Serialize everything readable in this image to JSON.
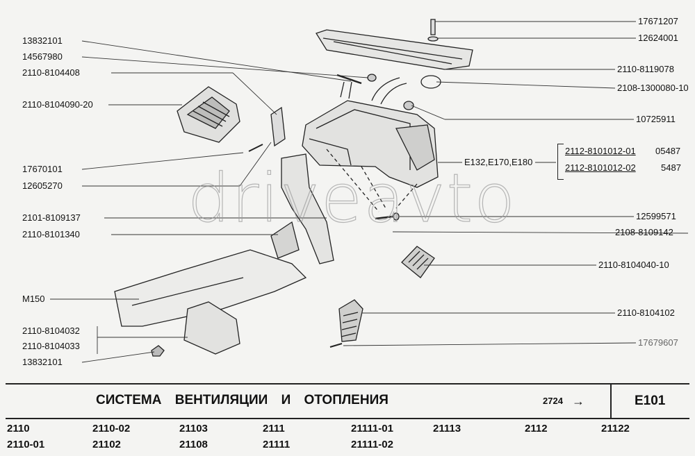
{
  "labels_left": [
    {
      "id": "l1",
      "text": "13832101"
    },
    {
      "id": "l2",
      "text": "14567980"
    },
    {
      "id": "l3",
      "text": "2110-8104408"
    },
    {
      "id": "l4",
      "text": "2110-8104090-20"
    },
    {
      "id": "l5",
      "text": "17670101"
    },
    {
      "id": "l6",
      "text": "12605270"
    },
    {
      "id": "l7",
      "text": "2101-8109137"
    },
    {
      "id": "l8",
      "text": "2110-8101340"
    },
    {
      "id": "l9",
      "text": "М150"
    },
    {
      "id": "l10",
      "text": "2110-8104032"
    },
    {
      "id": "l11",
      "text": "2110-8104033"
    },
    {
      "id": "l12",
      "text": "13832101"
    }
  ],
  "labels_right": [
    {
      "id": "r1",
      "text": "17671207"
    },
    {
      "id": "r2",
      "text": "12624001"
    },
    {
      "id": "r3",
      "text": "2110-8119078"
    },
    {
      "id": "r4",
      "text": "2108-1300080-10"
    },
    {
      "id": "r5",
      "text": "10725911"
    },
    {
      "id": "r6",
      "text": "12599571"
    },
    {
      "id": "r7",
      "text": "2108-8109142"
    },
    {
      "id": "r8",
      "text": "2110-8104040-10"
    },
    {
      "id": "r9",
      "text": "2110-8104102"
    },
    {
      "id": "r10",
      "text": "17679607"
    }
  ],
  "heater_codes": "Е132,Е170,Е180",
  "heater_options": [
    {
      "part": "2112-8101012-01",
      "qty": "05487"
    },
    {
      "part": "2112-8101012-02",
      "qty": "5487"
    }
  ],
  "watermark": "driveavto",
  "footer": {
    "title": "СИСТЕМА  ВЕНТИЛЯЦИИ  И  ОТОПЛЕНИЯ",
    "page": "2724",
    "arrow": "→",
    "code": "Е101"
  },
  "models_row1": [
    "2110",
    "2110-02",
    "21103",
    "2111",
    "21111-01",
    "21113",
    "2112",
    "21122"
  ],
  "models_row2": [
    "2110-01",
    "21102",
    "21108",
    "21111",
    "21111-02"
  ]
}
